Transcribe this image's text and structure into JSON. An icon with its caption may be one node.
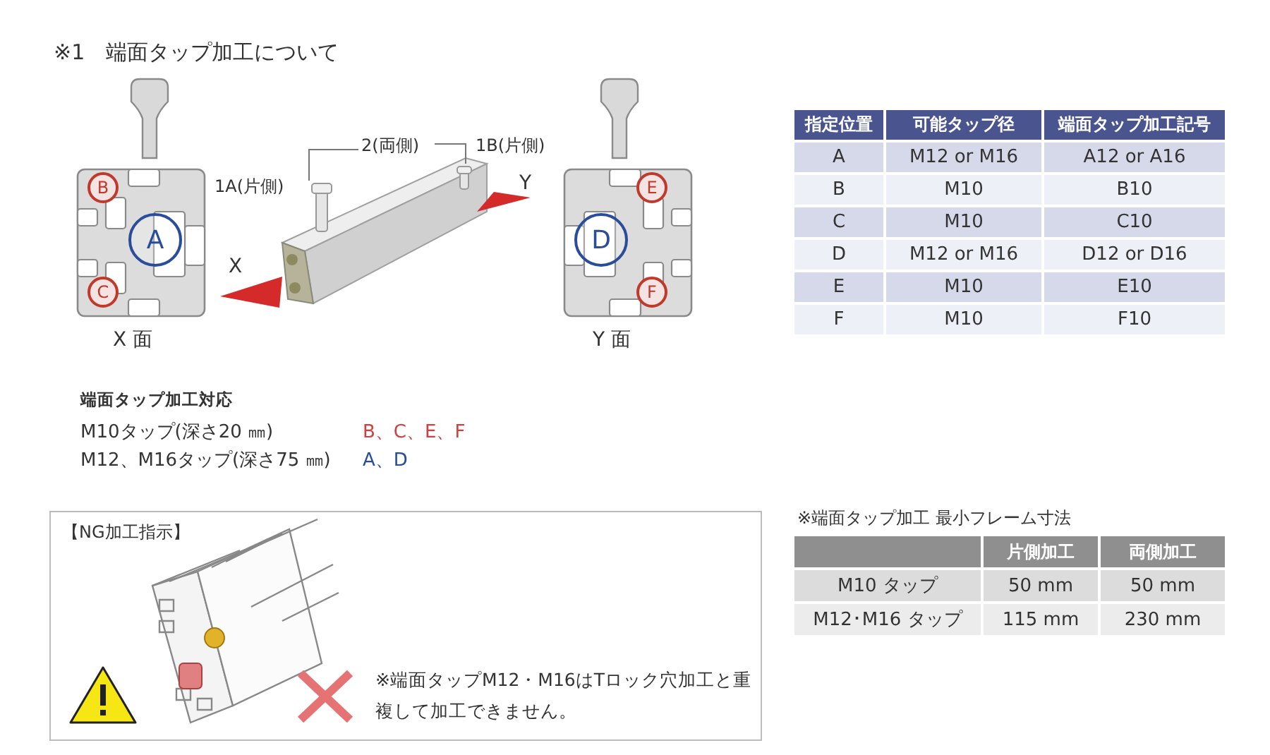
{
  "diagram": {
    "title": "※1　端面タップ加工について",
    "nodes": [
      {
        "text": [
          "B"
        ]
      },
      {
        "text": [
          "A"
        ]
      },
      {
        "text": [
          "C"
        ]
      },
      {
        "text": [
          "E"
        ]
      },
      {
        "text": [
          "D"
        ]
      },
      {
        "text": [
          "F"
        ]
      },
      {
        "text": [
          "【NG加工指示】",
          "※端面タップM12・M16はTロック穴加工と重複して加工できません。"
        ]
      }
    ],
    "labels": [
      "2(両側)",
      "1B(片側)",
      "1A(片側)",
      "Y",
      "X",
      "X 面",
      "Y 面",
      "指定位置",
      "可能タップ径",
      "端面タップ加工記号",
      "A",
      "M12 or M16",
      "A12 or A16",
      "B",
      "M10",
      "B10",
      "C",
      "M10",
      "C10",
      "D",
      "M12 or M16",
      "D12 or D16",
      "E",
      "M10",
      "E10",
      "F",
      "M10",
      "F10",
      "端面タップ加工対応",
      "M10タップ(深さ20 ㎜)",
      "B、C、E、F",
      "M12、M16タップ(深さ75 ㎜)",
      "A、D",
      "※端面タップ加工 最小フレーム寸法",
      "片側加工",
      "両側加工",
      "M10 タップ",
      "50 mm",
      "50 mm",
      "M12･M16 タップ",
      "115 mm",
      "230 mm"
    ]
  }
}
